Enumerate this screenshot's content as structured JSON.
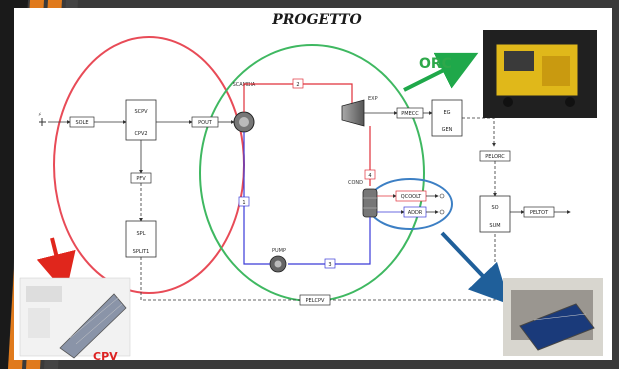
{
  "slide": {
    "title": "PROGETTO",
    "orc_label": "ORC",
    "cpv_label": "CPV"
  },
  "diagram": {
    "blocks": {
      "source_label": "SOLE",
      "cpv_module_top": "SCPV",
      "cpv_module_bottom": "CPV2",
      "pfv_label": "PFV",
      "splitter_top": "SPL",
      "splitter_bottom": "SPLIT1",
      "stream_to_evap": "POUT",
      "evaporator": "SCAMBIA",
      "expander": "EXP",
      "stream_to_gen": "PMECC",
      "generator_top": "EG",
      "generator_bottom": "GEN",
      "stream_elec": "PELORC",
      "sum_top": "SO",
      "sum_bottom": "SUM",
      "output_label": "PELTOT",
      "condenser": "COND",
      "cond_out_1": "QCOOLT",
      "cond_out_2": "ADDR",
      "pump": "PUMP",
      "bottom_stream": "PELCPV",
      "stream_1": "1",
      "stream_2": "2",
      "stream_3": "3",
      "stream_4": "4"
    }
  },
  "colors": {
    "cpv_ellipse": "#e84b57",
    "orc_ellipse": "#3fb861",
    "cond_ellipse": "#3c7fc4",
    "arrow_red": "#e0261c",
    "arrow_green": "#1fa84a",
    "arrow_blue": "#1f5f9a",
    "hot_line": "#e0303a",
    "cold_line": "#3a3ad8",
    "stripe_orange": "#e07a1c"
  }
}
